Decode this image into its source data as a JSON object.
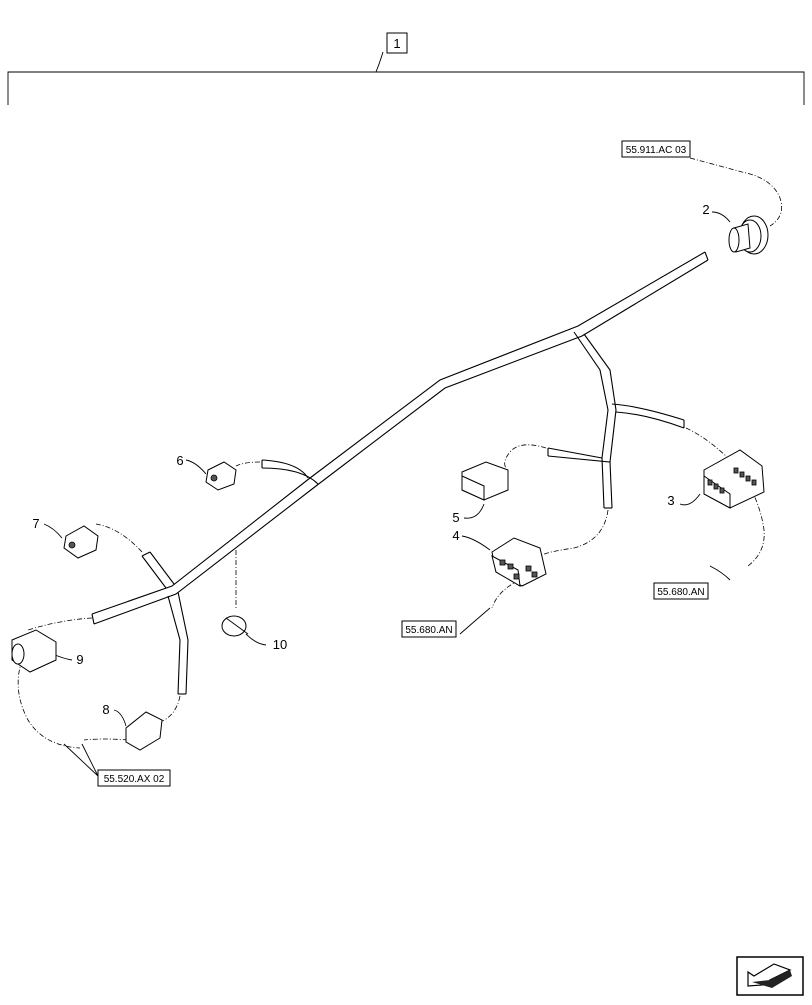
{
  "assembly": {
    "label": "1"
  },
  "callouts": {
    "c2": "2",
    "c3": "3",
    "c4": "4",
    "c5": "5",
    "c6": "6",
    "c7": "7",
    "c8": "8",
    "c9": "9",
    "c10": "10"
  },
  "references": {
    "ref_ac03": "55.911.AC 03",
    "ref_an_right": "55.680.AN",
    "ref_an_mid": "55.680.AN",
    "ref_ax02": "55.520.AX 02"
  },
  "icons": {
    "nav": "next-page-arrow-icon"
  }
}
